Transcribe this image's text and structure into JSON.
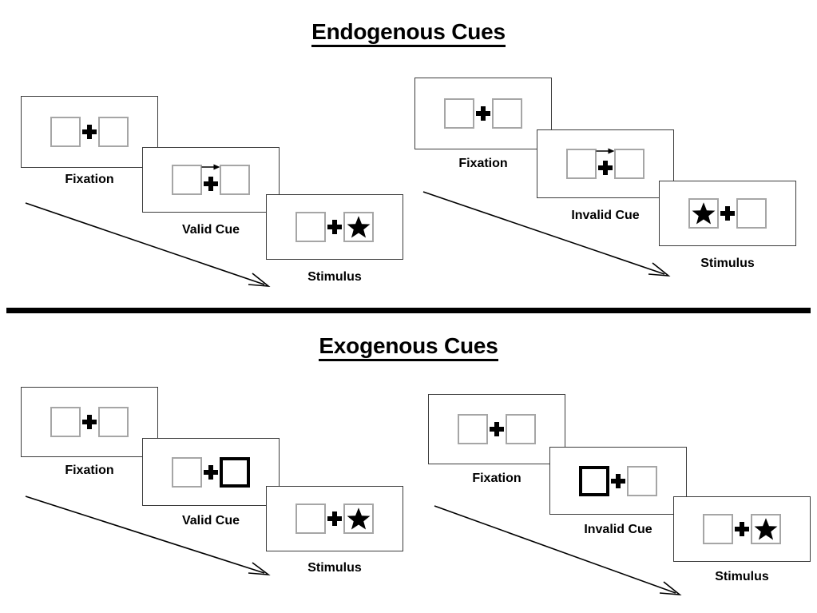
{
  "sections": [
    {
      "id": "endogenous",
      "title": "Endogenous Cues",
      "sequences": [
        {
          "id": "endogenous-valid",
          "frames": [
            {
              "label": "Fixation",
              "left_box": "empty",
              "right_box": "empty",
              "cue": "none"
            },
            {
              "label": "Valid Cue",
              "left_box": "empty",
              "right_box": "empty",
              "cue": "arrow-right"
            },
            {
              "label": "Stimulus",
              "left_box": "empty",
              "right_box": "star",
              "cue": "none"
            }
          ]
        },
        {
          "id": "endogenous-invalid",
          "frames": [
            {
              "label": "Fixation",
              "left_box": "empty",
              "right_box": "empty",
              "cue": "none"
            },
            {
              "label": "Invalid Cue",
              "left_box": "empty",
              "right_box": "empty",
              "cue": "arrow-right"
            },
            {
              "label": "Stimulus",
              "left_box": "star",
              "right_box": "empty",
              "cue": "none"
            }
          ]
        }
      ]
    },
    {
      "id": "exogenous",
      "title": "Exogenous Cues",
      "sequences": [
        {
          "id": "exogenous-valid",
          "frames": [
            {
              "label": "Fixation",
              "left_box": "empty",
              "right_box": "empty",
              "cue": "none"
            },
            {
              "label": "Valid Cue",
              "left_box": "empty",
              "right_box": "highlight",
              "cue": "none"
            },
            {
              "label": "Stimulus",
              "left_box": "empty",
              "right_box": "star",
              "cue": "none"
            }
          ]
        },
        {
          "id": "exogenous-invalid",
          "frames": [
            {
              "label": "Fixation",
              "left_box": "empty",
              "right_box": "empty",
              "cue": "none"
            },
            {
              "label": "Invalid Cue",
              "left_box": "highlight",
              "right_box": "empty",
              "cue": "none"
            },
            {
              "label": "Stimulus",
              "left_box": "empty",
              "right_box": "star",
              "cue": "none"
            }
          ]
        }
      ]
    }
  ],
  "icons": {
    "star": "star-icon",
    "fixation_cross": "plus-icon",
    "directional_cue": "arrow-right-icon",
    "time_flow": "time-flow-arrow-icon"
  },
  "colors": {
    "ink": "#000000",
    "panel_border": "#3c3c3c",
    "box_border": "#a6a6a6",
    "box_border_cued": "#000000",
    "background": "#ffffff"
  }
}
